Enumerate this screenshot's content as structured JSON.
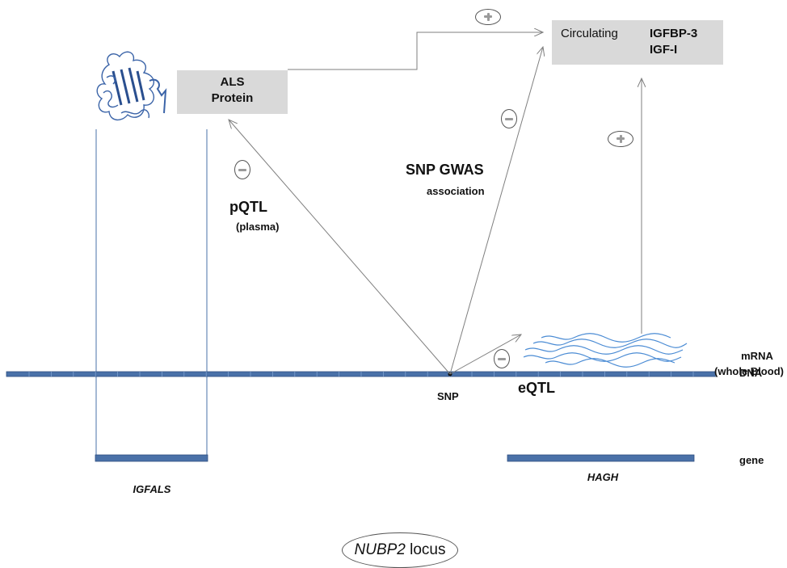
{
  "als_box": {
    "line1": "ALS",
    "line2": "Protein"
  },
  "circulating_box": {
    "label": "Circulating",
    "line1": "IGFBP-3",
    "line2": "IGF-I"
  },
  "pqtl": {
    "label": "pQTL",
    "sub": "(plasma)",
    "sign": "minus"
  },
  "gwas": {
    "label": "SNP GWAS",
    "sub": "association",
    "sign": "minus"
  },
  "eqtl": {
    "label": "eQTL",
    "sign": "minus"
  },
  "mrna": {
    "line1": "mRNA",
    "line2": "(whole Blood)"
  },
  "expression_effect": {
    "sign": "plus"
  },
  "protein_effect": {
    "sign": "plus"
  },
  "dna": {
    "label": "DNA"
  },
  "snp": {
    "label": "SNP"
  },
  "gene_row": {
    "label": "gene"
  },
  "genes": [
    {
      "name": "IGFALS"
    },
    {
      "name": "HAGH"
    }
  ],
  "locus": {
    "gene": "NUBP2",
    "suffix": "locus"
  },
  "colors": {
    "dna_blue": "#4a71a8",
    "box_gray": "#d9d9d9",
    "arrow_gray": "#7f7f7f",
    "protein_blue": "#3b64a8"
  },
  "icons": {
    "protein": "protein-structure-icon",
    "mrna": "mrna-strands-icon"
  }
}
